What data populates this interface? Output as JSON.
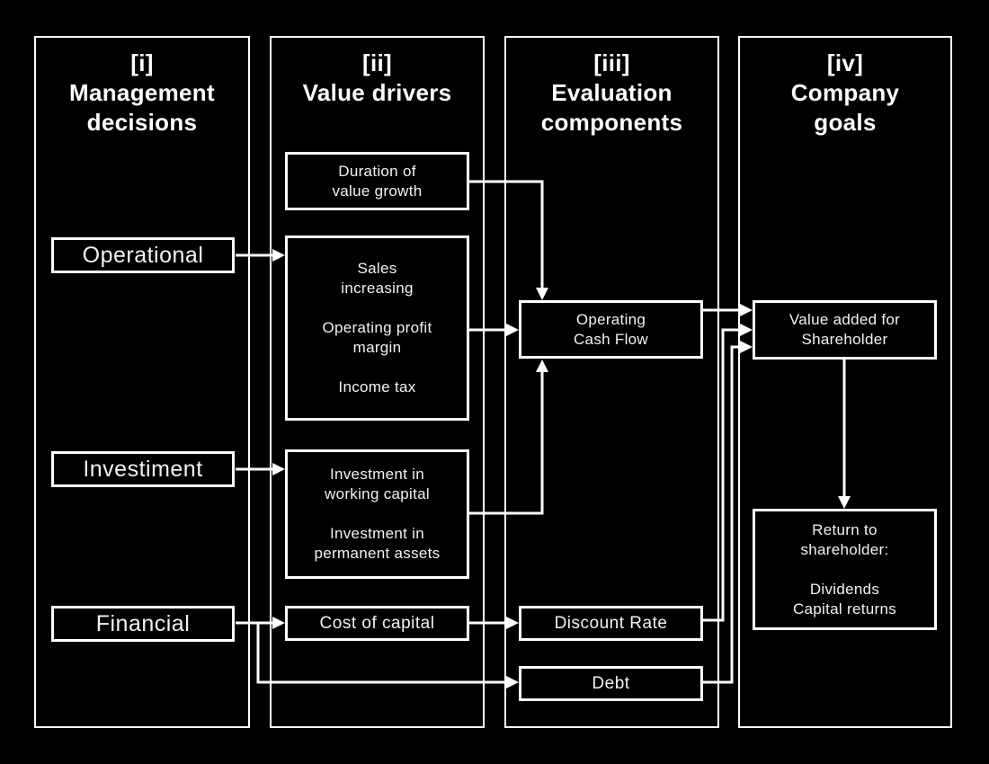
{
  "colors": {
    "background": "#000000",
    "line": "#ffffff",
    "text": "#f2f2f2"
  },
  "columns": [
    {
      "id": "i",
      "title_lines": [
        "[i]",
        "Management",
        "decisions"
      ]
    },
    {
      "id": "ii",
      "title_lines": [
        "[ii]",
        "Value drivers"
      ]
    },
    {
      "id": "iii",
      "title_lines": [
        "[iii]",
        "Evaluation",
        "components"
      ]
    },
    {
      "id": "iv",
      "title_lines": [
        "[iv]",
        "Company",
        "goals"
      ]
    }
  ],
  "nodes": {
    "operational": {
      "label": "Operational"
    },
    "investiment": {
      "label": "Investiment"
    },
    "financial": {
      "label": "Financial"
    },
    "duration": {
      "lines": [
        "Duration of",
        "value growth"
      ]
    },
    "operational_drivers": {
      "lines": [
        "Sales",
        "increasing",
        "",
        "Operating profit",
        "margin",
        "",
        "Income tax"
      ]
    },
    "investment_drivers": {
      "lines": [
        "Investment in",
        "working capital",
        "",
        "Investment in",
        "permanent assets"
      ]
    },
    "cost_of_capital": {
      "label": "Cost of capital"
    },
    "operating_cash_flow": {
      "lines": [
        "Operating",
        "Cash Flow"
      ]
    },
    "discount_rate": {
      "label": "Discount Rate"
    },
    "debt": {
      "label": "Debt"
    },
    "value_added": {
      "lines": [
        "Value added for",
        "Shareholder"
      ]
    },
    "return_to_shareholder": {
      "lines": [
        "Return to",
        "shareholder:",
        "",
        "Dividends",
        "Capital returns"
      ]
    }
  }
}
